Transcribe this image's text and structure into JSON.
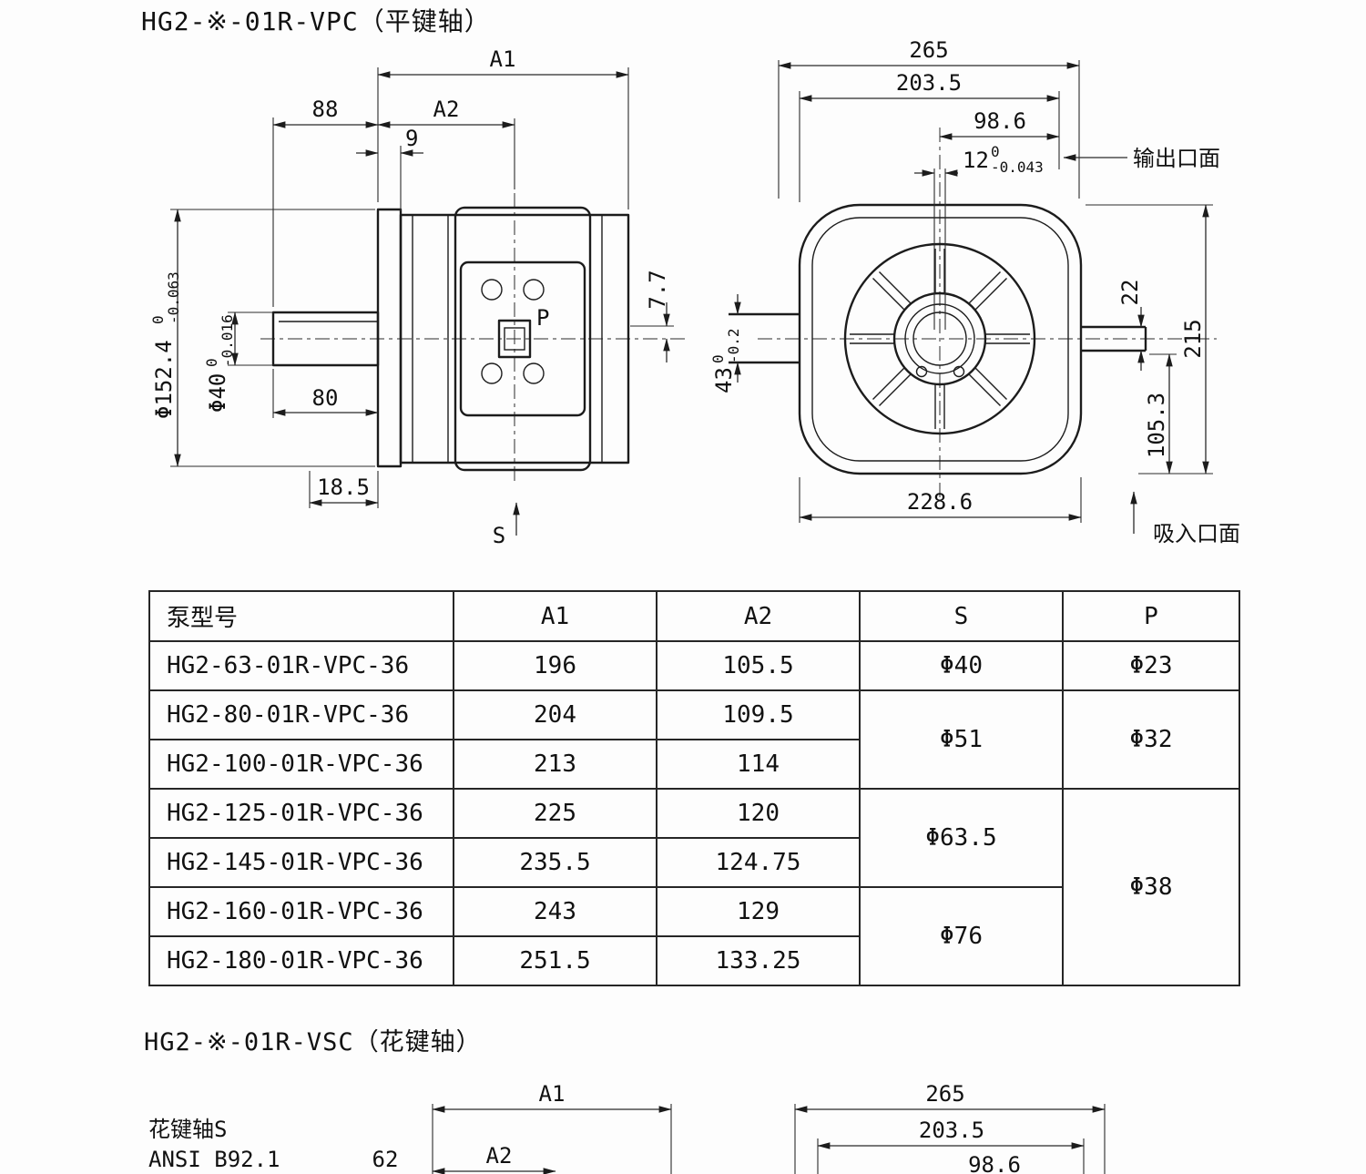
{
  "titles": {
    "section1": "HG2-※-01R-VPC（平键轴）",
    "section2": "HG2-※-01R-VSC（花键轴）"
  },
  "side_view": {
    "a1": "A1",
    "a2": "A2",
    "d88": "88",
    "d9": "9",
    "d80": "80",
    "d18_5": "18.5",
    "d7_7": "7.7",
    "s_label": "S",
    "p_label": "P",
    "phi152": {
      "main": "Φ152.4",
      "tol_top": "0",
      "tol_bot": "-0.063"
    },
    "phi40": {
      "main": "Φ40",
      "tol_top": "0",
      "tol_bot": "-0.016"
    }
  },
  "front_view": {
    "d265": "265",
    "d203_5": "203.5",
    "d98_6": "98.6",
    "d12": {
      "main": "12",
      "tol_top": "0",
      "tol_bot": "-0.043"
    },
    "output_face": "输出口面",
    "suction_face": "吸入口面",
    "d22": "22",
    "d215": "215",
    "d105_3": "105.3",
    "d43": {
      "main": "43",
      "tol_top": "0",
      "tol_bot": "-0.2"
    },
    "d228_6": "228.6"
  },
  "table": {
    "headers": {
      "model": "泵型号",
      "a1": "A1",
      "a2": "A2",
      "s": "S",
      "p": "P"
    },
    "rows": [
      {
        "model": "HG2-63-01R-VPC-36",
        "a1": "196",
        "a2": "105.5"
      },
      {
        "model": "HG2-80-01R-VPC-36",
        "a1": "204",
        "a2": "109.5"
      },
      {
        "model": "HG2-100-01R-VPC-36",
        "a1": "213",
        "a2": "114"
      },
      {
        "model": "HG2-125-01R-VPC-36",
        "a1": "225",
        "a2": "120"
      },
      {
        "model": "HG2-145-01R-VPC-36",
        "a1": "235.5",
        "a2": "124.75"
      },
      {
        "model": "HG2-160-01R-VPC-36",
        "a1": "243",
        "a2": "129"
      },
      {
        "model": "HG2-180-01R-VPC-36",
        "a1": "251.5",
        "a2": "133.25"
      }
    ],
    "s_groups": [
      {
        "value": "Φ40"
      },
      {
        "value": "Φ51"
      },
      {
        "value": "Φ63.5"
      },
      {
        "value": "Φ76"
      }
    ],
    "p_groups": [
      {
        "value": "Φ23"
      },
      {
        "value": "Φ32"
      },
      {
        "value": "Φ38"
      }
    ]
  },
  "spline_section": {
    "spline_shaft": "花键轴S",
    "ansi": "ANSI B92.1",
    "d62": "62",
    "a1": "A1",
    "a2": "A2",
    "d265": "265",
    "d203_5": "203.5",
    "d98_6": "98.6"
  }
}
